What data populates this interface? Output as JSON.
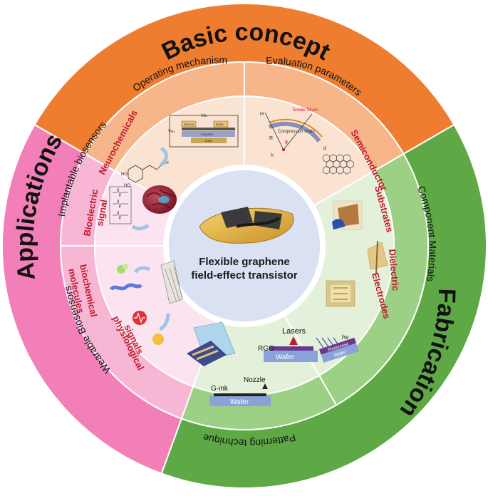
{
  "center": {
    "line1": "Flexible graphene",
    "line2": "field-effect transistor"
  },
  "basic_concept": {
    "title": "Basic concept",
    "operating_mechanism": "Operating mechanism",
    "evaluation_parameters": "Evaluation parameters",
    "device_labels": {
      "drain": "Drain",
      "source": "Source",
      "insulator": "Insulator",
      "gate": "Gate",
      "vds": "Vᴅₛ",
      "vgs": "Vɢₛ"
    },
    "strain_labels": {
      "tensile": "Tensile Strain",
      "compression": "Compression strain",
      "h_neutral": "H",
      "r": "R",
      "theta": "θ",
      "h_s": "h",
      "d_f": "d"
    }
  },
  "fabrication": {
    "title": "Fabrication",
    "component_materials": "Component Materials",
    "patterning_technique": "Patterning technique",
    "components": [
      "Semiconductor",
      "Substrates",
      "Dielectric",
      "Electrodes"
    ],
    "patterning_labels": {
      "lasers": "Lasers",
      "rgo": "RGO",
      "wafer": "Wafer",
      "hv": "hv",
      "photoresist": "Photoresist",
      "g_ink": "G-ink",
      "nozzle": "Nozzle"
    }
  },
  "applications": {
    "title": "Applications",
    "implantable": "Implantable biosensors",
    "wearable": "Wearable Biosensors",
    "implantable_items": [
      "Neurochemicals",
      "Bioelectric",
      "signal"
    ],
    "wearable_items": [
      "biochemical",
      "molecules",
      "physiological",
      "signals"
    ]
  },
  "colors": {
    "basic_outer": "#ee7d2f",
    "basic_mid": "#f6b68a",
    "basic_inner": "#fbe3d2",
    "fab_outer": "#5ea845",
    "fab_mid": "#9cd084",
    "fab_inner": "#e3f1da",
    "app_outer": "#f27fb8",
    "app_mid": "#f7b6d4",
    "app_inner": "#fbe3ef",
    "center": "#d9e1f2",
    "label_red": "#c0192b"
  },
  "icons": [
    "graphene-lattice-icon",
    "brain-icon",
    "neuron-signal-icon",
    "sensor-patch-icon",
    "transistor-device-icon"
  ]
}
